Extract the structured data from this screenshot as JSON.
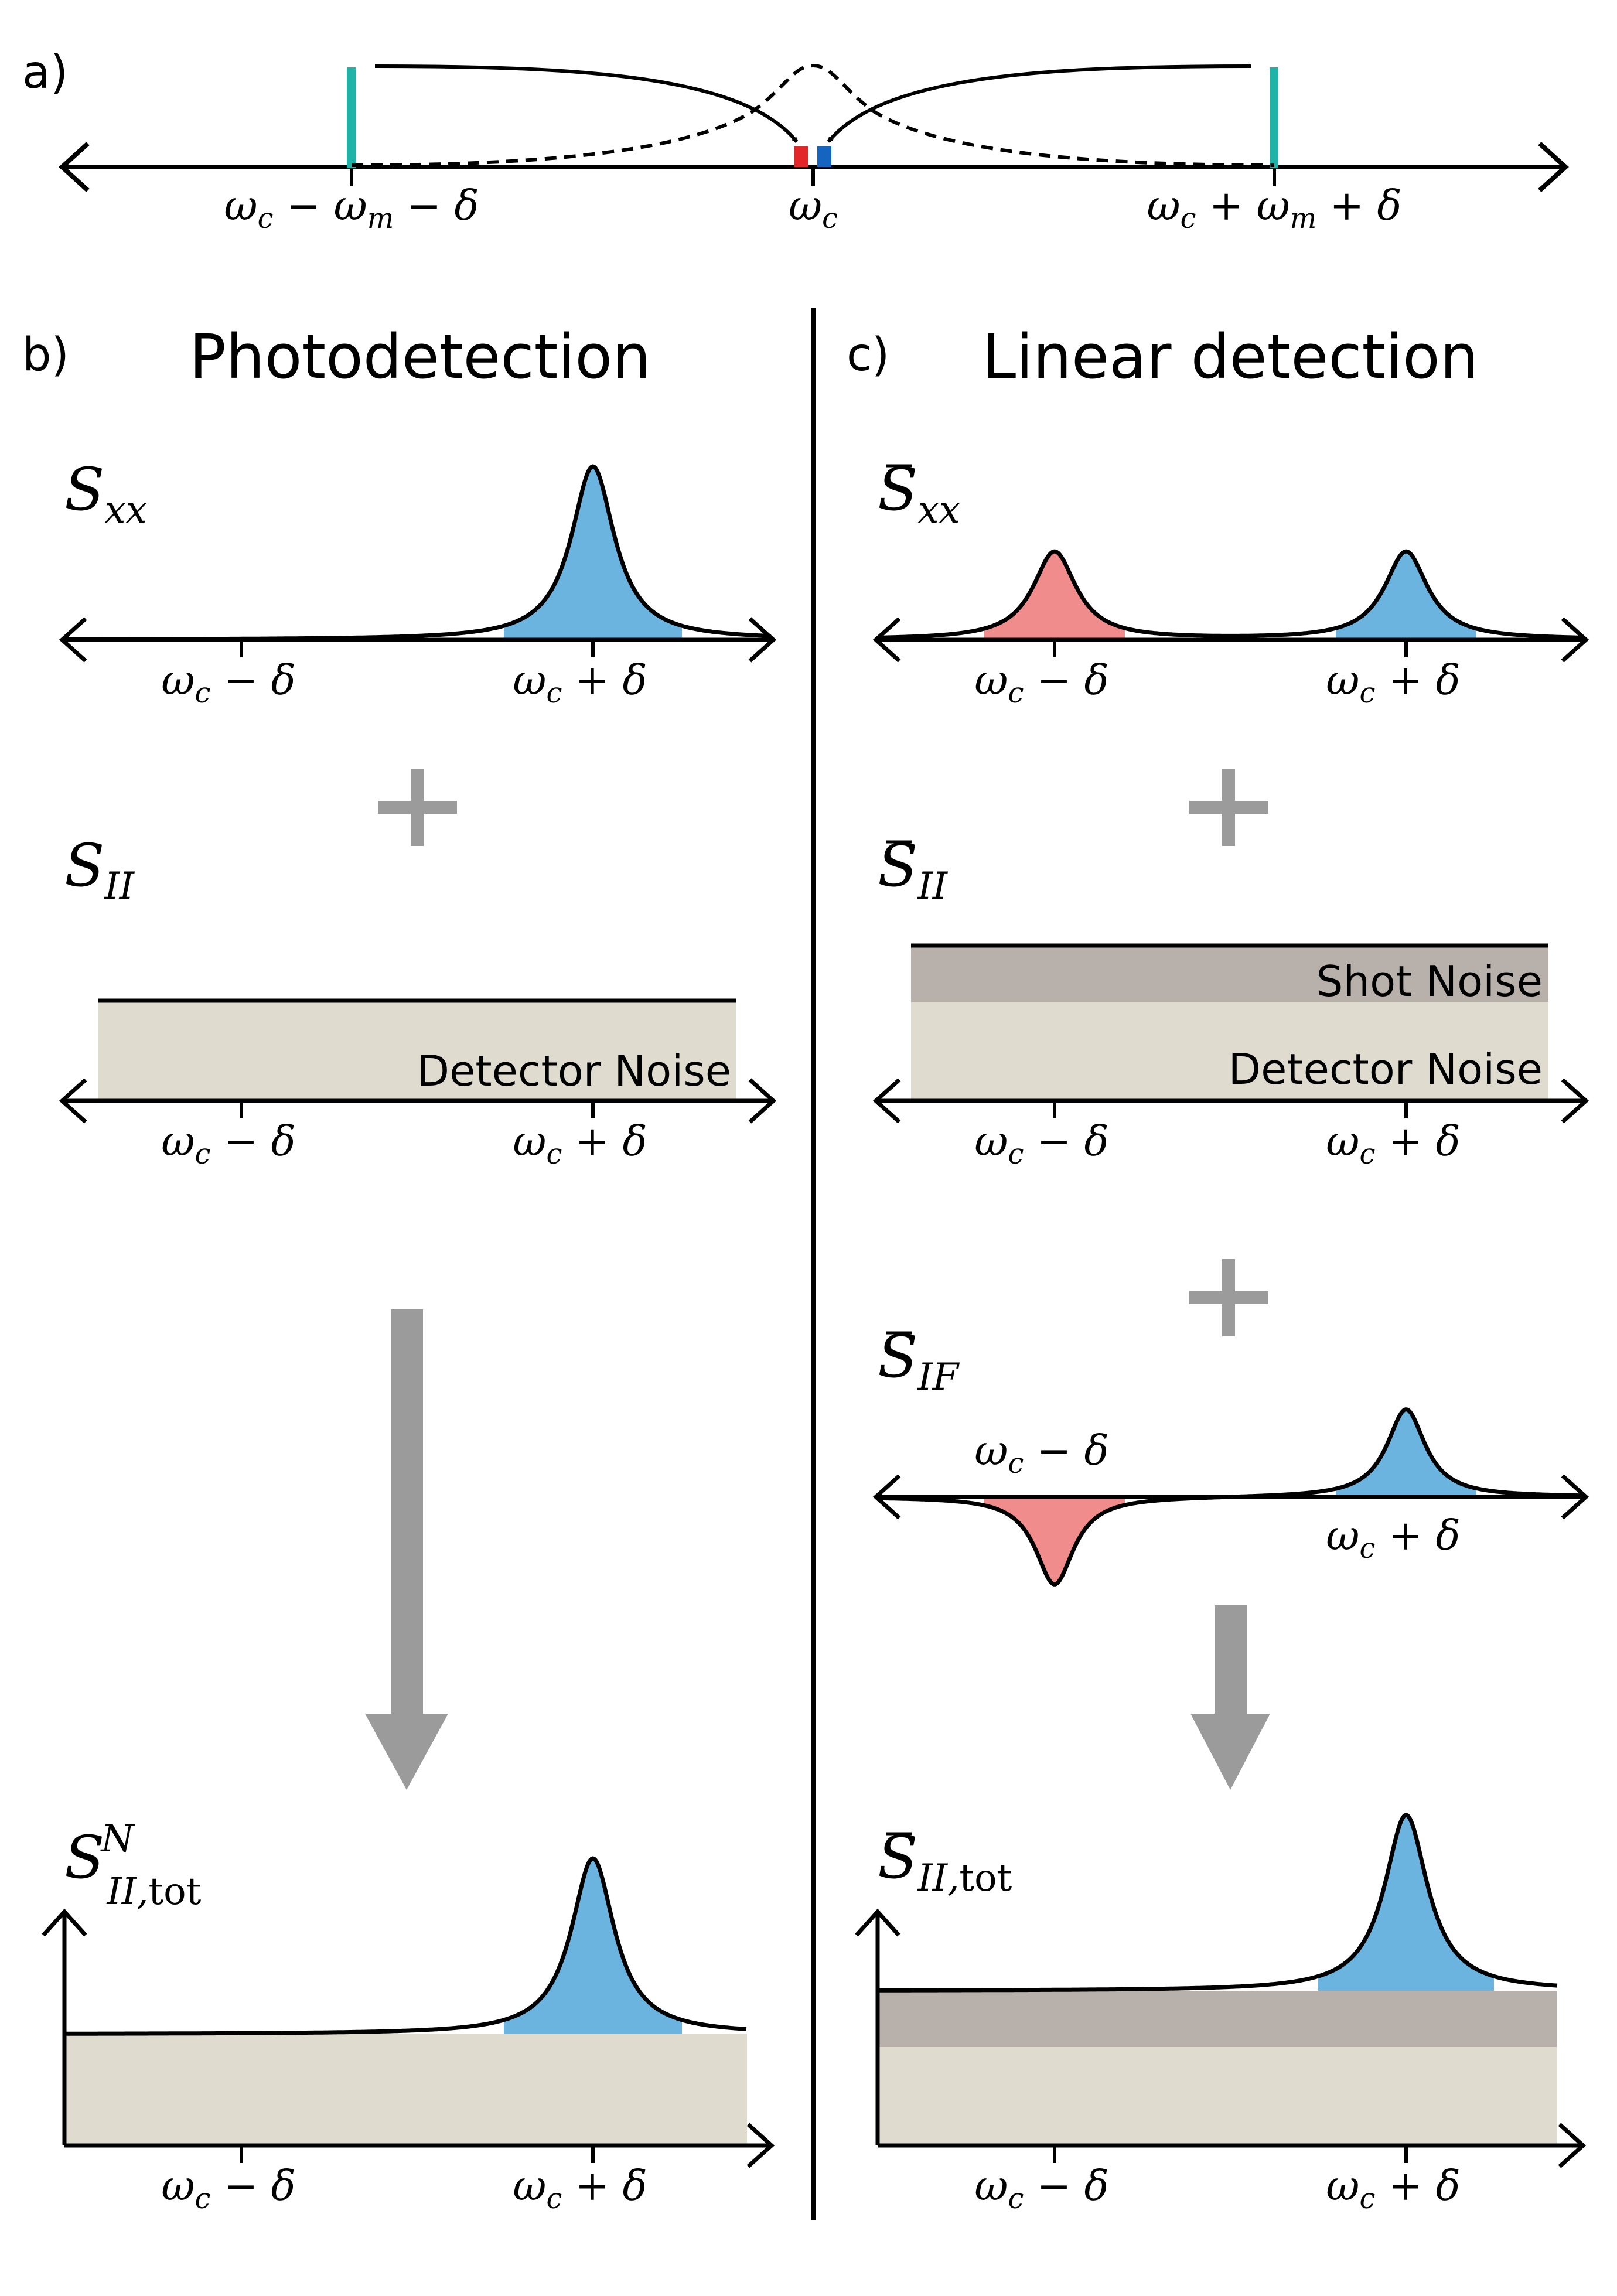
{
  "colors": {
    "cyan": "#1fb2a6",
    "red": "#e3262a",
    "blue": "#1565c0",
    "peak_blue": "#6cb4e0",
    "peak_red": "#f08c8c",
    "detector_noise": "#e0dbcf",
    "shot_noise": "#b8b0aa",
    "arrow_gray": "#9b9b9b",
    "ink": "#000000"
  },
  "panel_a": {
    "letter": "a)",
    "left_label": {
      "w1": "ω",
      "sub1": "c",
      "op1": " − ",
      "w2": "ω",
      "sub2": "m",
      "op2": " − ",
      "d": "δ"
    },
    "center_label": {
      "w": "ω",
      "sub": "c"
    },
    "right_label": {
      "w1": "ω",
      "sub1": "c",
      "op1": " + ",
      "w2": "ω",
      "sub2": "m",
      "op2": " + ",
      "d": "δ"
    }
  },
  "panel_b": {
    "letter": "b)",
    "title": "Photodetection",
    "sxx": {
      "sym": "S",
      "sub": "xx"
    },
    "sii": {
      "sym": "S",
      "sub": "II"
    },
    "tot": {
      "sym": "S",
      "sup": "N",
      "sub": "II,",
      "sub_rm": "tot"
    },
    "detector_noise_label": "Detector Noise",
    "plus": "+"
  },
  "panel_c": {
    "letter": "c)",
    "title": "Linear detection",
    "sxx": {
      "bar": "¯",
      "sym": "S",
      "sub": "xx"
    },
    "sii": {
      "bar": "¯",
      "sym": "S",
      "sub": "II"
    },
    "sif": {
      "bar": "¯",
      "sym": "S",
      "sub": "IF"
    },
    "tot": {
      "bar": "¯",
      "sym": "S",
      "sub": "II,",
      "sub_rm": "tot"
    },
    "shot_noise_label": "Shot Noise",
    "detector_noise_label": "Detector Noise",
    "plus": "+"
  },
  "tick_minus": {
    "w": "ω",
    "sub": "c",
    "op": " − ",
    "d": "δ"
  },
  "tick_plus": {
    "w": "ω",
    "sub": "c",
    "op": " + ",
    "d": "δ"
  }
}
